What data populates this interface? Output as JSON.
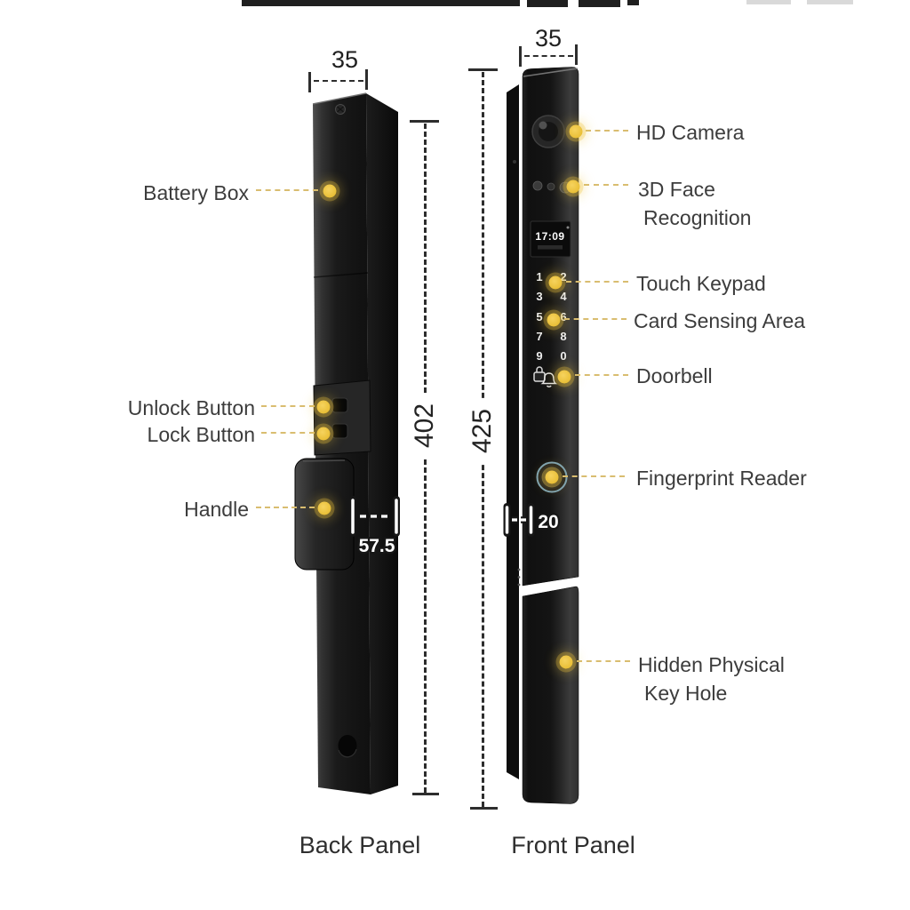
{
  "back_panel": {
    "caption": "Back Panel",
    "width_dim": "35",
    "height_dim": "402",
    "handle_dim": "57.5",
    "callout_battery": "Battery Box",
    "callout_unlock": "Unlock Button",
    "callout_lock": "Lock Button",
    "callout_handle": "Handle"
  },
  "front_panel": {
    "caption": "Front Panel",
    "width_dim": "35",
    "height_dim": "425",
    "edge_dim": "20",
    "screen_time": "17:09",
    "keypad_digits": [
      "1",
      "2",
      "3",
      "4",
      "5",
      "6",
      "7",
      "8",
      "9",
      "0"
    ],
    "keypad_hash": "#",
    "callout_camera": "HD Camera",
    "callout_face_1": "3D Face",
    "callout_face_2": "Recognition",
    "callout_keypad": "Touch Keypad",
    "callout_card": "Card Sensing Area",
    "callout_doorbell": "Doorbell",
    "callout_fingerprint": "Fingerprint Reader",
    "callout_keyhole_1": "Hidden Physical",
    "callout_keyhole_2": "Key Hole"
  },
  "icons": {
    "padlock_key": "padlock-icon",
    "doorbell_button": "bell-icon",
    "camera": "camera-lens-icon",
    "fingerprint": "fingerprint-ring-icon"
  },
  "colors": {
    "accent_dot": "#e9bf37",
    "connector": "#d9bd70",
    "dimension": "#2d2d2d",
    "label_text": "#3c3c3c",
    "fingerprint_ring": "#7ba2b6",
    "panel_black": "#161616",
    "background": "#ffffff"
  }
}
